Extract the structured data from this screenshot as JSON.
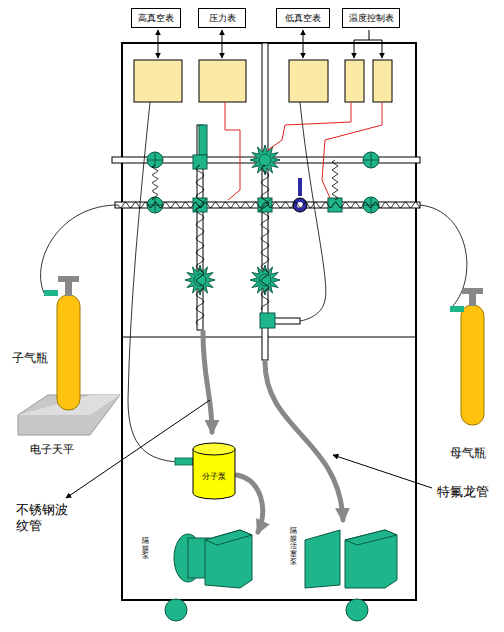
{
  "diagram": {
    "nodes": [
      {
        "text": [
          "高真空表"
        ]
      },
      {
        "text": [
          "压力表"
        ]
      },
      {
        "text": [
          "低真空表"
        ]
      },
      {
        "text": [
          "温度控制表"
        ]
      },
      {
        "text": [
          "分子泵"
        ]
      }
    ],
    "labels": [
      "子气瓶",
      "电子天平",
      "母气瓶",
      "不锈钢波纹管",
      "特氟龙管",
      "隔膜泵",
      "隔膜活塞泵"
    ]
  }
}
